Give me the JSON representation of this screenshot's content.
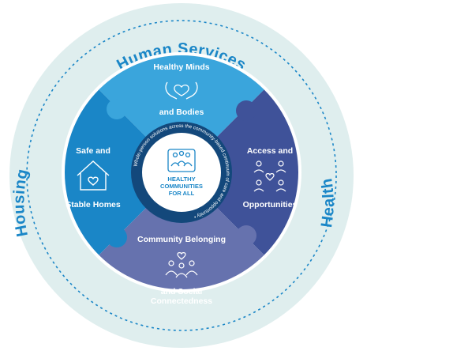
{
  "outer_ring": {
    "top": "Human Services",
    "left": "Housing",
    "right": "Health"
  },
  "quadrants": {
    "top": {
      "line1": "Healthy Minds",
      "line2": "and Bodies",
      "icon": "hands-heart-icon"
    },
    "left": {
      "line1": "Safe and",
      "line2": "Stable Homes",
      "icon": "house-heart-icon"
    },
    "right": {
      "line1": "Access and",
      "line2": "Opportunities",
      "icon": "people-network-icon"
    },
    "bottom": {
      "line1": "Community Belonging",
      "line2": "and Social",
      "line3": "Connectedness",
      "icon": "group-hearts-icon"
    }
  },
  "center": {
    "line1": "HEALTHY",
    "line2": "COMMUNITIES",
    "line3": "FOR ALL",
    "ring_text": "Whole-person solutions across the community-based continuum of care and opportunity •",
    "icon": "family-hands-icon"
  },
  "colors": {
    "ring_bg": "#dfeeee",
    "top": "#3aa5dc",
    "left": "#1a86c7",
    "right": "#3f5299",
    "bottom": "#6672ae",
    "center_ring": "#13487b",
    "accent": "#1a86c7"
  }
}
